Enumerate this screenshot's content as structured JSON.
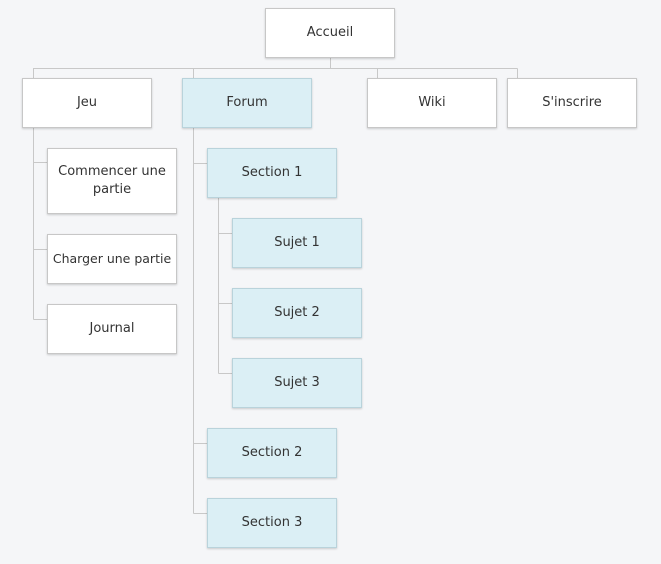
{
  "colors": {
    "background": "#f5f6f8",
    "node_default": "#ffffff",
    "node_highlight": "#dbeff5",
    "connector": "#c8c8c8",
    "text": "#333333"
  },
  "sitemap": {
    "root": {
      "label": "Accueil"
    },
    "level1": [
      {
        "label": "Jeu",
        "highlighted": false
      },
      {
        "label": "Forum",
        "highlighted": true
      },
      {
        "label": "Wiki",
        "highlighted": false
      },
      {
        "label": "S'inscrire",
        "highlighted": false
      }
    ],
    "jeu_children": [
      {
        "label": "Commencer une partie"
      },
      {
        "label": "Charger une partie"
      },
      {
        "label": "Journal"
      }
    ],
    "forum_children": [
      {
        "label": "Section 1",
        "highlighted": true
      },
      {
        "label": "Section 2",
        "highlighted": true
      },
      {
        "label": "Section 3",
        "highlighted": true
      }
    ],
    "section1_children": [
      {
        "label": "Sujet 1",
        "highlighted": true
      },
      {
        "label": "Sujet 2",
        "highlighted": true
      },
      {
        "label": "Sujet 3",
        "highlighted": true
      }
    ]
  }
}
